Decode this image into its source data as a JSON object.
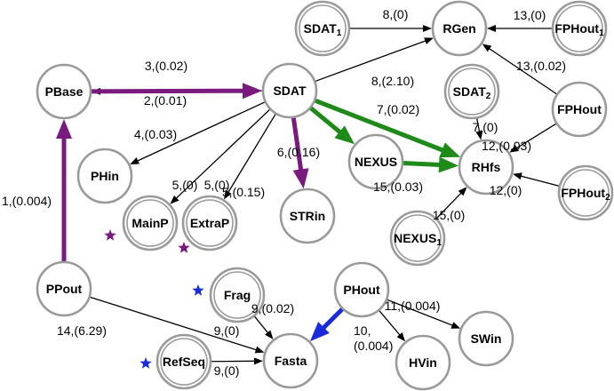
{
  "colors": {
    "black": "#000000",
    "purple": "#7b1a7e",
    "green": "#1e8a18",
    "blue": "#1a2bdc",
    "node_ring": "#9a9a9a"
  },
  "nodes": {
    "sdat1": {
      "label": "SDAT",
      "sub": "1",
      "double": true
    },
    "rgen": {
      "label": "RGen",
      "sub": "",
      "double": false
    },
    "fphout1": {
      "label": "FPHout",
      "sub": "1",
      "double": true
    },
    "pbase": {
      "label": "PBase",
      "sub": "",
      "double": false
    },
    "sdat": {
      "label": "SDAT",
      "sub": "",
      "double": false
    },
    "sdat2": {
      "label": "SDAT",
      "sub": "2",
      "double": true
    },
    "fphout": {
      "label": "FPHout",
      "sub": "",
      "double": false
    },
    "phin": {
      "label": "PHin",
      "sub": "",
      "double": false
    },
    "nexus": {
      "label": "NEXUS",
      "sub": "",
      "double": false
    },
    "rhfs": {
      "label": "RHfs",
      "sub": "",
      "double": false
    },
    "fphout2": {
      "label": "FPHout",
      "sub": "2",
      "double": true
    },
    "mainp": {
      "label": "MainP",
      "sub": "",
      "double": true
    },
    "extrap": {
      "label": "ExtraP",
      "sub": "",
      "double": true
    },
    "strin": {
      "label": "STRin",
      "sub": "",
      "double": false
    },
    "nexus1": {
      "label": "NEXUS",
      "sub": "1",
      "double": true
    },
    "ppout": {
      "label": "PPout",
      "sub": "",
      "double": false
    },
    "frag": {
      "label": "Frag",
      "sub": "",
      "double": true
    },
    "phout": {
      "label": "PHout",
      "sub": "",
      "double": false
    },
    "swin": {
      "label": "SWin",
      "sub": "",
      "double": false
    },
    "hvin": {
      "label": "HVin",
      "sub": "",
      "double": false
    },
    "refseq": {
      "label": "RefSeq",
      "sub": "",
      "double": true
    },
    "fasta": {
      "label": "Fasta",
      "sub": "",
      "double": false
    }
  },
  "edges": [
    {
      "id": "sdat1-rgen",
      "from": "sdat1",
      "to": "rgen",
      "label": "8,(0)",
      "color": "black",
      "heavy": false
    },
    {
      "id": "fphout1-rgen",
      "from": "fphout1",
      "to": "rgen",
      "label": "13,(0)",
      "color": "black",
      "heavy": false
    },
    {
      "id": "sdat-pbase",
      "from": "sdat",
      "to": "pbase",
      "label": "3,(0.02)",
      "color": "black",
      "heavy": false
    },
    {
      "id": "pbase-sdat",
      "from": "pbase",
      "to": "sdat",
      "label": "2,(0.01)",
      "color": "purple",
      "heavy": true
    },
    {
      "id": "sdat-rgen",
      "from": "sdat",
      "to": "rgen",
      "label": "8,(2.10)",
      "color": "black",
      "heavy": false
    },
    {
      "id": "fphout-rgen",
      "from": "fphout",
      "to": "rgen",
      "label": "13,(0.02)",
      "color": "black",
      "heavy": false
    },
    {
      "id": "sdat-rhfs",
      "from": "sdat",
      "to": "rhfs",
      "label": "7,(0.02)",
      "color": "green",
      "heavy": true
    },
    {
      "id": "sdat-nexus",
      "from": "sdat",
      "to": "nexus",
      "label": "",
      "color": "green",
      "heavy": true
    },
    {
      "id": "sdat-phin",
      "from": "sdat",
      "to": "phin",
      "label": "4,(0.03)",
      "color": "black",
      "heavy": false
    },
    {
      "id": "sdat-mainp",
      "from": "sdat",
      "to": "mainp",
      "label": "5,(0)",
      "color": "black",
      "heavy": false
    },
    {
      "id": "sdat-extrap",
      "from": "sdat",
      "to": "extrap",
      "label": "5,(0)",
      "color": "black",
      "heavy": false
    },
    {
      "id": "sdat-strin",
      "from": "sdat",
      "to": "strin",
      "label": "6,(0.16)",
      "color": "purple",
      "heavy": true
    },
    {
      "id": "sdat-label515",
      "from": "",
      "to": "",
      "label": "5,(0.15)",
      "color": "black",
      "heavy": false
    },
    {
      "id": "sdat2-rhfs",
      "from": "sdat2",
      "to": "rhfs",
      "label": "7,(0)",
      "color": "black",
      "heavy": false
    },
    {
      "id": "fphout-rhfs",
      "from": "fphout",
      "to": "rhfs",
      "label": "12,(0.03)",
      "color": "black",
      "heavy": false
    },
    {
      "id": "nexus-rhfs",
      "from": "nexus",
      "to": "rhfs",
      "label": "15,(0.03)",
      "color": "green",
      "heavy": true
    },
    {
      "id": "fphout2-rhfs",
      "from": "fphout2",
      "to": "rhfs",
      "label": "12,(0)",
      "color": "black",
      "heavy": false
    },
    {
      "id": "nexus1-rhfs",
      "from": "nexus1",
      "to": "rhfs",
      "label": "15,(0)",
      "color": "black",
      "heavy": false
    },
    {
      "id": "ppout-pbase",
      "from": "ppout",
      "to": "pbase",
      "label": "1,(0.004)",
      "color": "purple",
      "heavy": true
    },
    {
      "id": "ppout-fasta",
      "from": "ppout",
      "to": "fasta",
      "label": "14,(6.29)",
      "color": "black",
      "heavy": false
    },
    {
      "id": "frag-fasta",
      "from": "frag",
      "to": "fasta",
      "label": "9,(0)",
      "color": "black",
      "heavy": false
    },
    {
      "id": "phout-fasta",
      "from": "phout",
      "to": "fasta",
      "label": "9,(0.02)",
      "color": "blue",
      "heavy": true
    },
    {
      "id": "phout-swin",
      "from": "phout",
      "to": "swin",
      "label": "11,(0.004)",
      "color": "black",
      "heavy": false
    },
    {
      "id": "phout-hvin",
      "from": "phout",
      "to": "hvin",
      "label": "10,\n(0.004)",
      "color": "black",
      "heavy": false
    },
    {
      "id": "refseq-fasta",
      "from": "refseq",
      "to": "fasta",
      "label": "9,(0)",
      "color": "black",
      "heavy": false
    }
  ],
  "stars": [
    {
      "id": "mainp-star",
      "color": "purple"
    },
    {
      "id": "extrap-star",
      "color": "purple"
    },
    {
      "id": "frag-star",
      "color": "blue"
    },
    {
      "id": "refseq-star",
      "color": "blue"
    }
  ]
}
